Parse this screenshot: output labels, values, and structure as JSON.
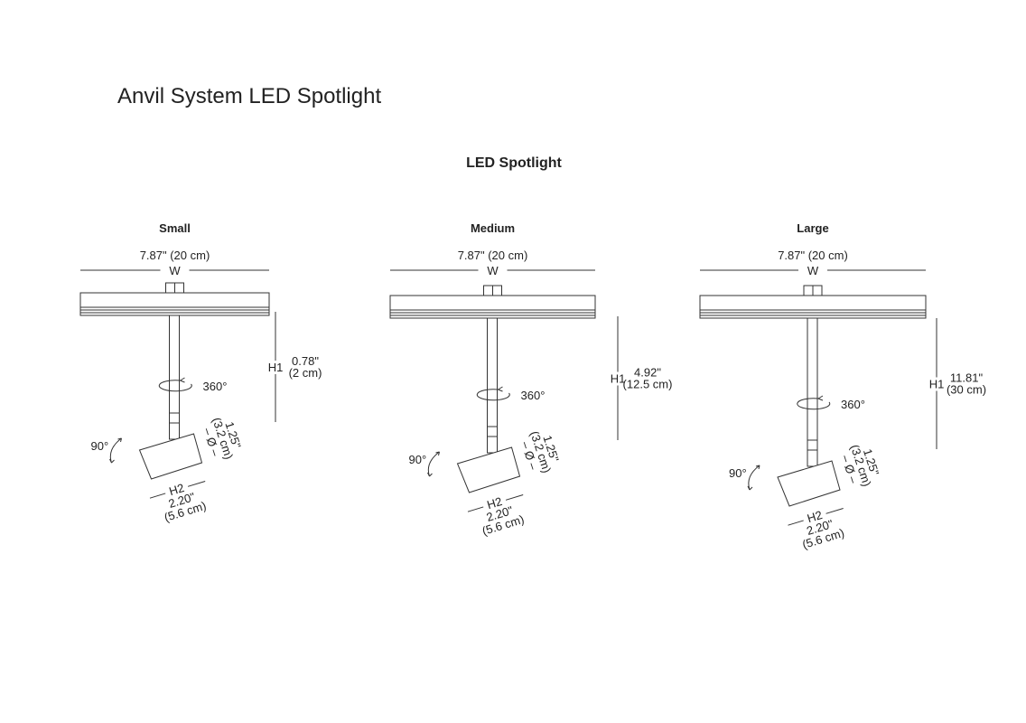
{
  "title": "Anvil System LED Spotlight",
  "subtitle": "LED Spotlight",
  "variants": [
    {
      "name": "Small",
      "width_value": "7.87\" (20 cm)",
      "width_label": "W",
      "h1_label": "H1",
      "h1_in": "0.78\"",
      "h1_cm": "(2 cm)",
      "rotation": "360°",
      "tilt": "90°",
      "h2_label": "H2",
      "h2_in": "2.20\"",
      "h2_cm": "(5.6 cm)",
      "diam_in": "1.25\"",
      "diam_cm": "(3.2 cm)",
      "diam_symbol": "– Ø –"
    },
    {
      "name": "Medium",
      "width_value": "7.87\" (20 cm)",
      "width_label": "W",
      "h1_label": "H1",
      "h1_in": "4.92\"",
      "h1_cm": "(12.5 cm)",
      "rotation": "360°",
      "tilt": "90°",
      "h2_label": "H2",
      "h2_in": "2.20\"",
      "h2_cm": "(5.6 cm)",
      "diam_in": "1.25\"",
      "diam_cm": "(3.2 cm)",
      "diam_symbol": "– Ø –"
    },
    {
      "name": "Large",
      "width_value": "7.87\" (20 cm)",
      "width_label": "W",
      "h1_label": "H1",
      "h1_in": "11.81\"",
      "h1_cm": "(30 cm)",
      "rotation": "360°",
      "tilt": "90°",
      "h2_label": "H2",
      "h2_in": "2.20\"",
      "h2_cm": "(5.6 cm)",
      "diam_in": "1.25\"",
      "diam_cm": "(3.2 cm)",
      "diam_symbol": "– Ø –"
    }
  ]
}
